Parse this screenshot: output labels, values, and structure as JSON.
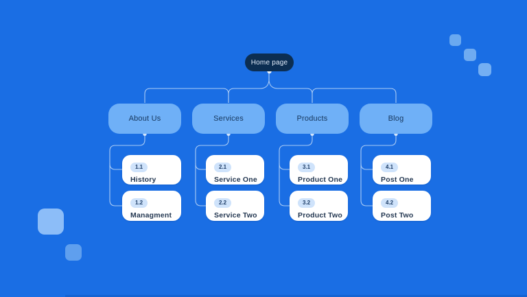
{
  "sitemap": {
    "root": {
      "label": "Home page"
    },
    "sections": [
      {
        "label": "About Us",
        "children": [
          {
            "badge": "1.1",
            "label": "History"
          },
          {
            "badge": "1.2",
            "label": "Managment"
          }
        ]
      },
      {
        "label": "Services",
        "children": [
          {
            "badge": "2.1",
            "label": "Service One"
          },
          {
            "badge": "2.2",
            "label": "Service Two"
          }
        ]
      },
      {
        "label": "Products",
        "children": [
          {
            "badge": "3.1",
            "label": "Product One"
          },
          {
            "badge": "3.2",
            "label": "Product Two"
          }
        ]
      },
      {
        "label": "Blog",
        "children": [
          {
            "badge": "4.1",
            "label": "Post One"
          },
          {
            "badge": "4.2",
            "label": "Post Two"
          }
        ]
      }
    ]
  },
  "colors": {
    "background": "#1a6ee4",
    "root_node": "#0c2e52",
    "root_text": "#e4eefb",
    "section_node": "#6fb0f7",
    "section_text": "#16365c",
    "card_bg": "#ffffff",
    "card_text": "#223650",
    "badge_bg": "#cfe3fb",
    "connector": "#abccf5",
    "decor_square_light": "#8cbdf8",
    "decor_square_mid": "#6aa9f0",
    "decor_square_dark": "#5f9fee"
  }
}
